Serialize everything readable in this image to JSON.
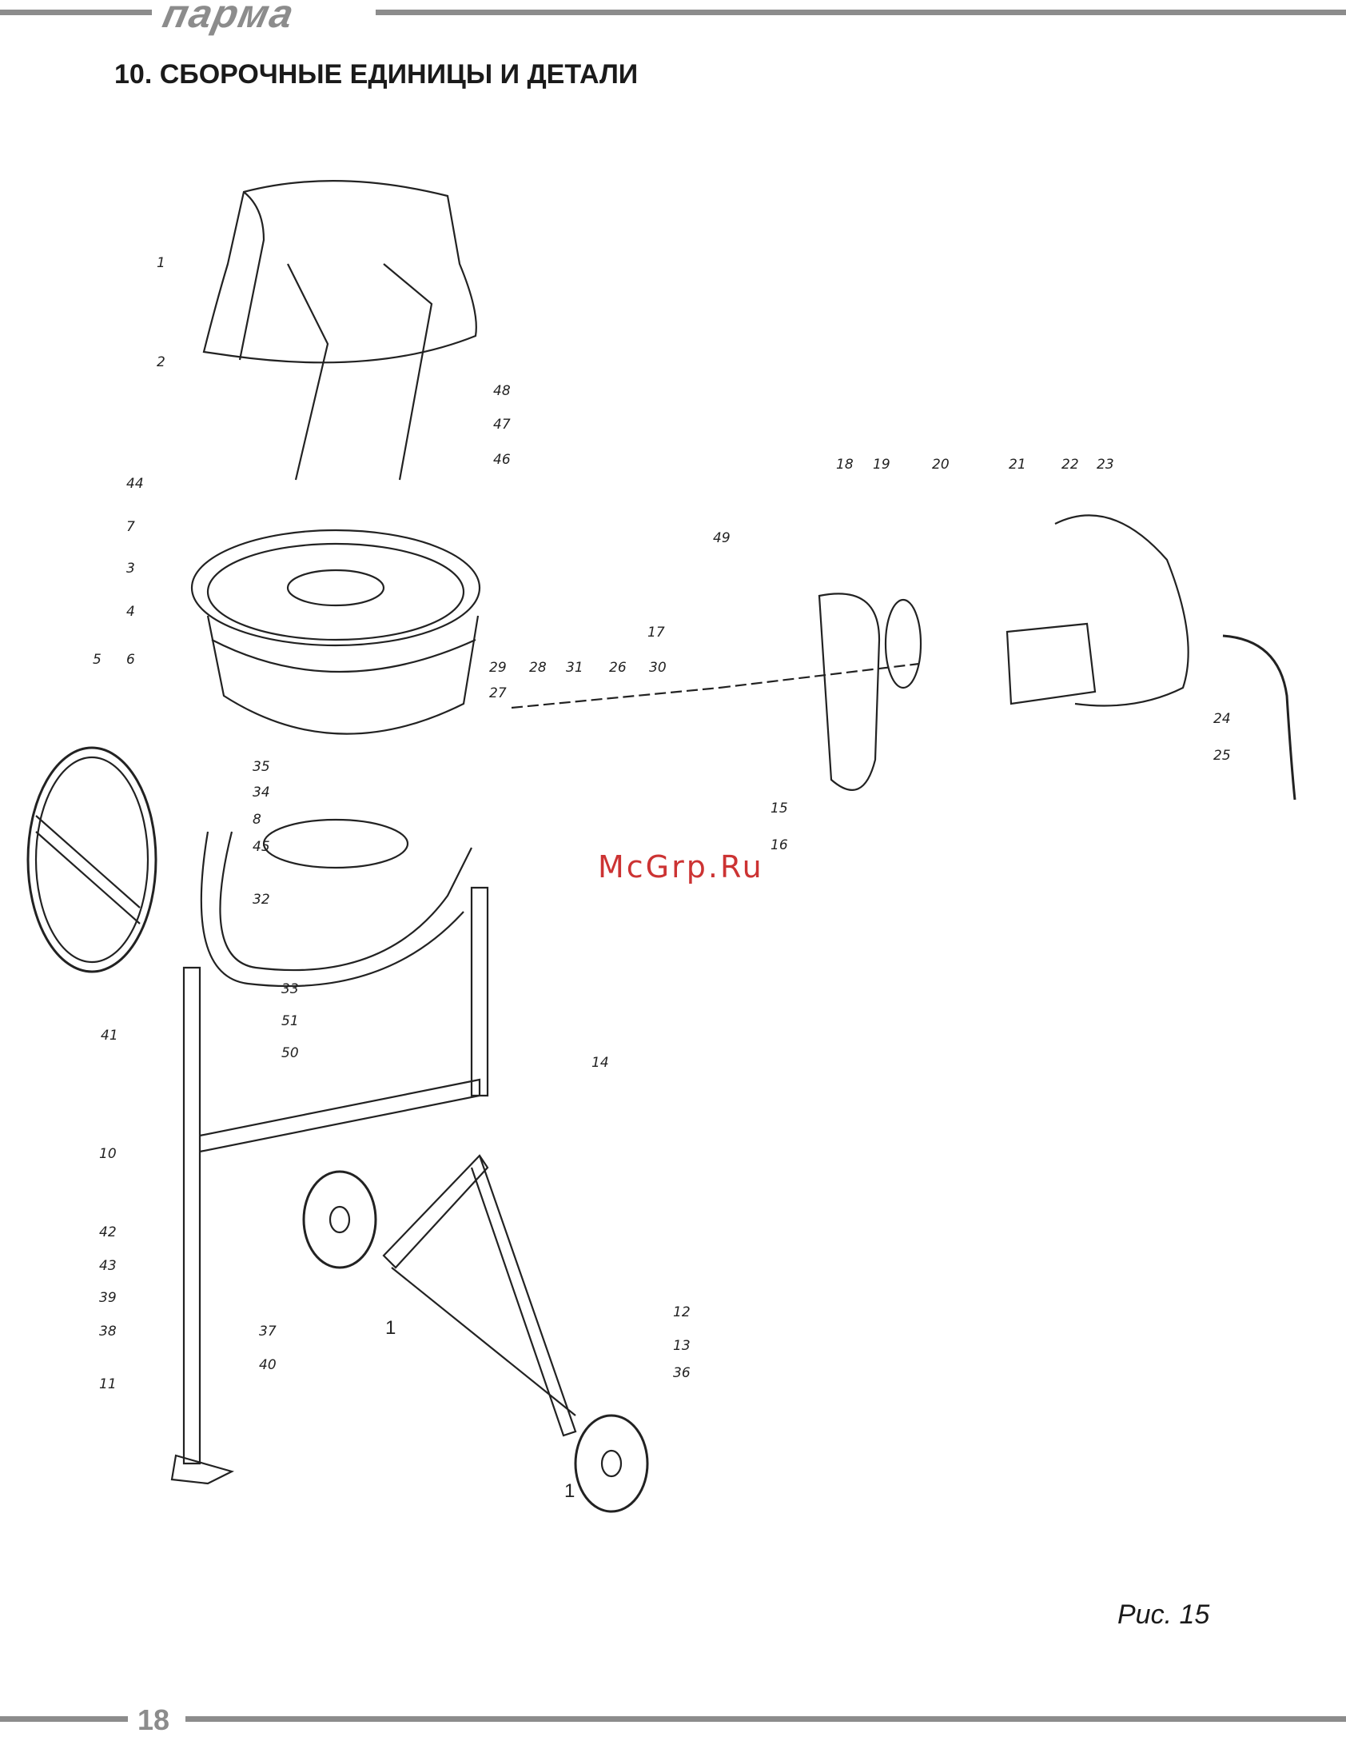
{
  "header": {
    "brand": "парма",
    "section_title": "10. СБОРОЧНЫЕ ЕДИНИЦЫ И ДЕТАЛИ"
  },
  "drawing": {
    "callouts": [
      "1",
      "2",
      "48",
      "47",
      "46",
      "44",
      "7",
      "3",
      "4",
      "5",
      "6",
      "35",
      "34",
      "8",
      "45",
      "32",
      "33",
      "51",
      "50",
      "41",
      "29",
      "27",
      "28",
      "31",
      "26",
      "30",
      "17",
      "49",
      "18",
      "19",
      "20",
      "21",
      "22",
      "23",
      "24",
      "25",
      "15",
      "16",
      "14",
      "10",
      "42",
      "43",
      "39",
      "38",
      "37",
      "40",
      "11",
      "12",
      "13",
      "36"
    ],
    "marks": [
      "1",
      "1"
    ]
  },
  "watermark": "McGrp.Ru",
  "figure_caption": "Рис. 15",
  "footer": {
    "page_number": "18"
  }
}
